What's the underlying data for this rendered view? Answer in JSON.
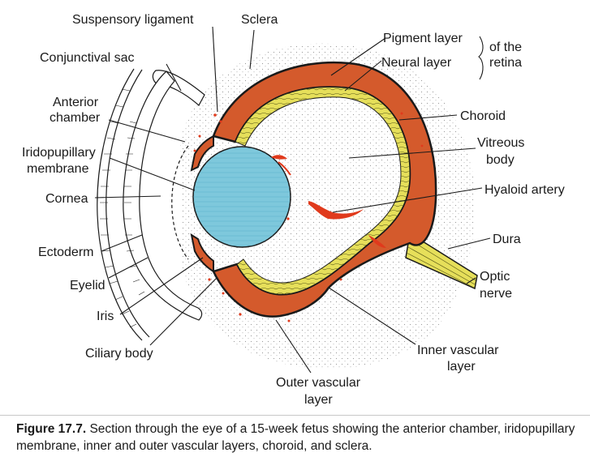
{
  "labels": {
    "suspensory_ligament": "Suspensory ligament",
    "sclera": "Sclera",
    "pigment_layer": "Pigment layer",
    "neural_layer": "Neural layer",
    "of_the": "of the",
    "retina": "retina",
    "conjunctival_sac": "Conjunctival sac",
    "anterior": "Anterior",
    "chamber": "chamber",
    "choroid": "Choroid",
    "vitreous": "Vitreous",
    "body": "body",
    "iridopupillary": "Iridopupillary",
    "membrane": "membrane",
    "hyaloid_artery": "Hyaloid artery",
    "cornea": "Cornea",
    "dura": "Dura",
    "ectoderm": "Ectoderm",
    "optic": "Optic",
    "nerve": "nerve",
    "eyelid": "Eyelid",
    "iris": "Iris",
    "ciliary_body": "Ciliary body",
    "inner_vascular": "Inner vascular",
    "layer_inner": "layer",
    "outer_vascular": "Outer vascular",
    "layer_outer": "layer"
  },
  "caption": {
    "figure": "Figure 17.7.",
    "text": "Section through the eye of a 15-week fetus showing the anterior chamber, iridopupillary membrane, inner and outer vascular layers, choroid, and sclera."
  },
  "colors": {
    "lens": "#7ec8dc",
    "choroid": "#d45a2c",
    "neural": "#e6df5a",
    "pigment": "#1a1a1a",
    "vessel": "#e03a1c",
    "stipple": "#9a9a9a"
  }
}
